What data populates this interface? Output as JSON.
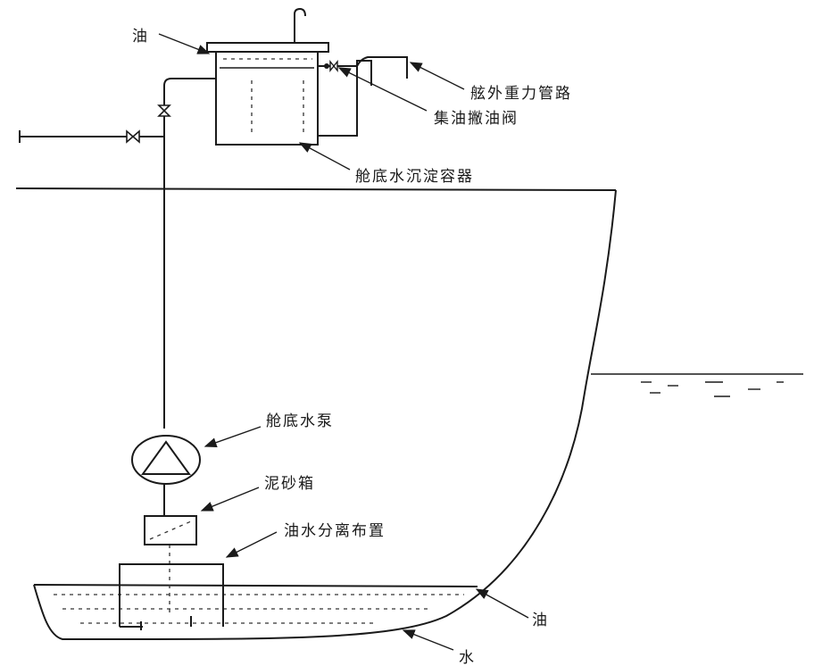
{
  "labels": {
    "oil_top": "油",
    "outboard_gravity_pipe": "舷外重力管路",
    "oil_collect_valve": "集油撇油阀",
    "settling_tank": "舱底水沉淀容器",
    "bilge_pump": "舱底水泵",
    "sand_filter_box": "泥砂箱",
    "oil_water_separator": "油水分离布置",
    "oil_bottom": "油",
    "water": "水"
  },
  "colors": {
    "ink": "#1a1a1a",
    "background": "#ffffff"
  }
}
